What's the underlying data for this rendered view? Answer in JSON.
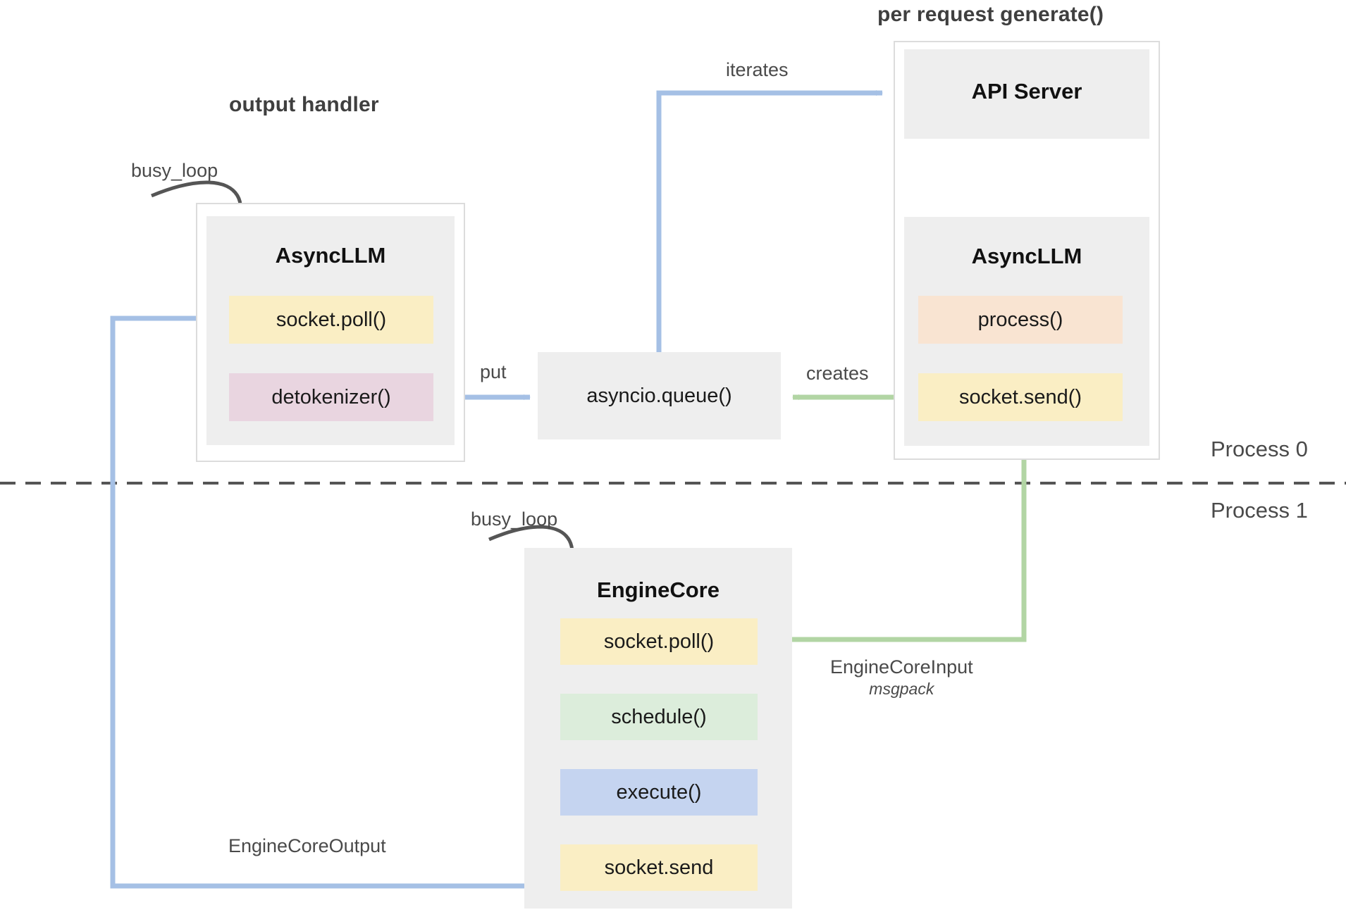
{
  "diagram": {
    "title_left": "output handler",
    "title_right": "per request generate()",
    "process_labels": {
      "top": "Process 0",
      "bottom": "Process 1"
    },
    "colors": {
      "yellow": "#faeec4",
      "pink": "#e9d5e0",
      "peach": "#f9e4d2",
      "green": "#dceddb",
      "blue": "#c5d4f0",
      "gray": "#eeeeee",
      "arrow_blue": "#a5c0e5",
      "arrow_green": "#b2d5a4",
      "arrow_dark": "#555555",
      "divider": "#555555"
    },
    "nodes": {
      "output_asyncllm": {
        "title": "AsyncLLM",
        "items": [
          {
            "label": "socket.poll()",
            "color": "yellow"
          },
          {
            "label": "detokenizer()",
            "color": "pink"
          }
        ]
      },
      "queue": {
        "label": "asyncio.queue()"
      },
      "api_server": {
        "title": "API Server"
      },
      "request_asyncllm": {
        "title": "AsyncLLM",
        "items": [
          {
            "label": "process()",
            "color": "peach"
          },
          {
            "label": "socket.send()",
            "color": "yellow"
          }
        ]
      },
      "engine_core": {
        "title": "EngineCore",
        "items": [
          {
            "label": "socket.poll()",
            "color": "yellow"
          },
          {
            "label": "schedule()",
            "color": "green"
          },
          {
            "label": "execute()",
            "color": "blue"
          },
          {
            "label": "socket.send",
            "color": "yellow"
          }
        ]
      }
    },
    "edges": {
      "busy_loop_top": "busy_loop",
      "busy_loop_bottom": "busy_loop",
      "put": "put",
      "iterates": "iterates",
      "creates": "creates",
      "engine_core_input": "EngineCoreInput",
      "engine_core_input_sub": "msgpack",
      "engine_core_output": "EngineCoreOutput"
    }
  }
}
